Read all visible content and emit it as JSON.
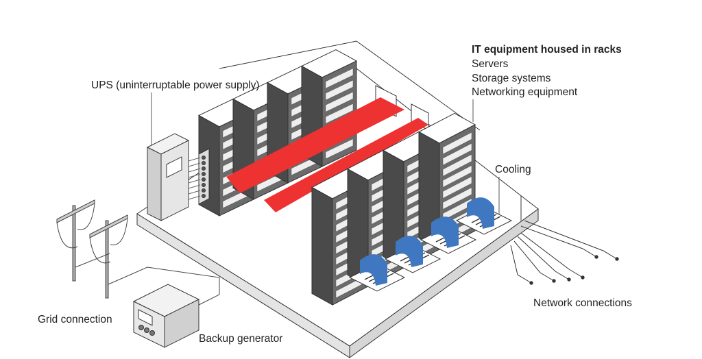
{
  "labels": {
    "ups": "UPS (uninterruptable power supply)",
    "it_title": "IT equipment housed in racks",
    "it_items": [
      "Servers",
      "Storage systems",
      "Networking equipment"
    ],
    "cooling": "Cooling",
    "network": "Network connections",
    "grid": "Grid connection",
    "generator": "Backup generator"
  },
  "colors": {
    "hot_aisle": "#ee3131",
    "cooling_airflow": "#3f78c0",
    "rack": "#6b6b6b",
    "rack_dark": "#4a4a4a",
    "line": "#333333"
  }
}
